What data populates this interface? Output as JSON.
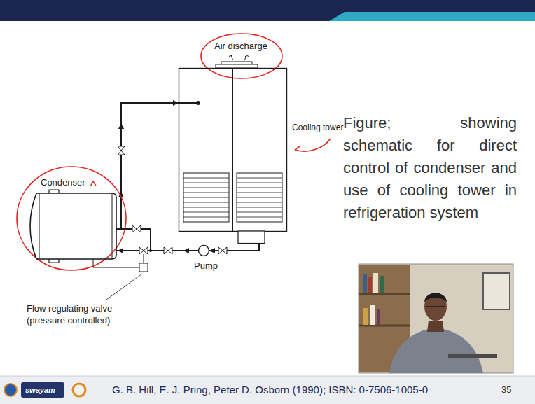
{
  "diagram": {
    "caption": "Figure; showing schematic for direct control of condenser and use of cooling tower in refrigeration system",
    "nodes": [
      {
        "text": [
          "Condenser"
        ]
      },
      {
        "text": [
          "Cooling tower"
        ]
      },
      {
        "text": [
          "Pump"
        ]
      }
    ],
    "edges": [
      {
        "from": 0,
        "to": 1,
        "arrow": "to"
      },
      {
        "from": 1,
        "to": 2,
        "arrow": "to"
      },
      {
        "from": 2,
        "to": 0,
        "arrow": "to"
      }
    ],
    "labels": [
      "Air discharge",
      "Flow regulating valve (pressure controlled)",
      "swayam",
      "G. B. Hill, E. J. Pring, Peter D. Osborn (1990); ISBN: 0-7506-1005-0",
      "35"
    ]
  }
}
